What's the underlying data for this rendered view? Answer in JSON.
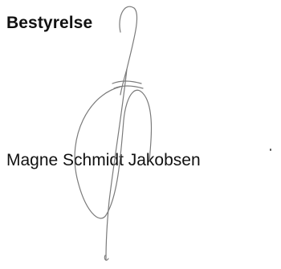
{
  "document": {
    "heading": "Bestyrelse",
    "signatory_name": "Magne Schmidt Jakobsen"
  },
  "signature": {
    "icon": "handwritten-signature",
    "ink_color": "#7a7a7a"
  }
}
